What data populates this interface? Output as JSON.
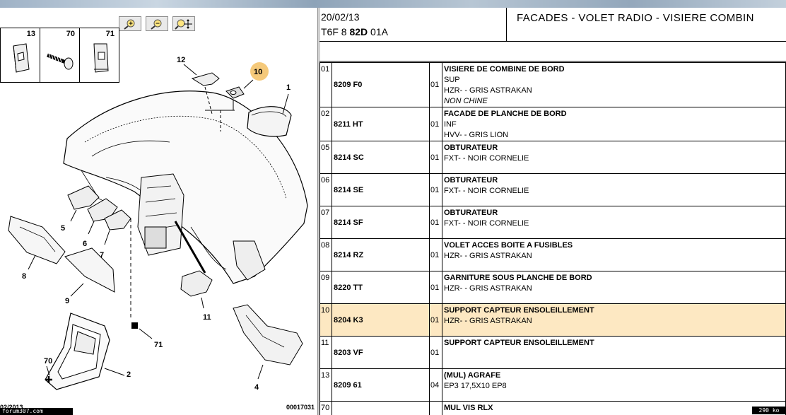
{
  "toolbar": {
    "zoom_in": "zoom-in-icon",
    "zoom_out": "zoom-out-icon",
    "zoom_area": "zoom-area-icon"
  },
  "thumbs": [
    {
      "num": "13"
    },
    {
      "num": "70"
    },
    {
      "num": "71"
    }
  ],
  "callouts": {
    "c1": "1",
    "c2": "2",
    "c4": "4",
    "c5": "5",
    "c6": "6",
    "c7": "7",
    "c8": "8",
    "c9": "9",
    "c10": "10",
    "c11": "11",
    "c12": "12",
    "c70": "70",
    "c71": "71"
  },
  "left_footer": {
    "date": "02/2013",
    "forum": "forum307.com",
    "ref": "00017031"
  },
  "header": {
    "date": "20/02/13",
    "code_prefix": "T6F 8 ",
    "code_bold": "82D",
    "code_suffix": " 01A",
    "title": "FACADES - VOLET RADIO - VISIERE COMBIN"
  },
  "parts": [
    {
      "num": "01",
      "ref": "8209 F0",
      "qty": "01",
      "title": "VISIERE DE COMBINE DE BORD",
      "lines": [
        "SUP",
        "HZR- - GRIS ASTRAKAN"
      ],
      "italic": "NON CHINE",
      "highlight": false
    },
    {
      "num": "02",
      "ref": "8211 HT",
      "qty": "01",
      "title": "FACADE DE PLANCHE DE BORD",
      "lines": [
        "INF",
        "HVV- - GRIS LION"
      ],
      "italic": "",
      "highlight": false
    },
    {
      "num": "05",
      "ref": "8214 SC",
      "qty": "01",
      "title": "OBTURATEUR",
      "lines": [
        "FXT- - NOIR CORNELIE"
      ],
      "italic": "",
      "highlight": false
    },
    {
      "num": "06",
      "ref": "8214 SE",
      "qty": "01",
      "title": "OBTURATEUR",
      "lines": [
        "FXT- - NOIR CORNELIE"
      ],
      "italic": "",
      "highlight": false
    },
    {
      "num": "07",
      "ref": "8214 SF",
      "qty": "01",
      "title": "OBTURATEUR",
      "lines": [
        "FXT- - NOIR CORNELIE"
      ],
      "italic": "",
      "highlight": false
    },
    {
      "num": "08",
      "ref": "8214 RZ",
      "qty": "01",
      "title": "VOLET ACCES BOITE A FUSIBLES",
      "lines": [
        "HZR- - GRIS ASTRAKAN"
      ],
      "italic": "",
      "highlight": false
    },
    {
      "num": "09",
      "ref": "8220 TT",
      "qty": "01",
      "title": "GARNITURE SOUS PLANCHE DE BORD",
      "lines": [
        "HZR- - GRIS ASTRAKAN"
      ],
      "italic": "",
      "highlight": false
    },
    {
      "num": "10",
      "ref": "8204 K3",
      "qty": "01",
      "title": "SUPPORT CAPTEUR ENSOLEILLEMENT",
      "lines": [
        "HZR- - GRIS ASTRAKAN"
      ],
      "italic": "",
      "highlight": true
    },
    {
      "num": "11",
      "ref": "8203 VF",
      "qty": "01",
      "title": "SUPPORT CAPTEUR ENSOLEILLEMENT",
      "lines": [],
      "italic": "",
      "highlight": false
    },
    {
      "num": "13",
      "ref": "8209 61",
      "qty": "04",
      "title": "(MUL) AGRAFE",
      "lines": [
        "EP3 17,5X10 EP8"
      ],
      "italic": "",
      "highlight": false
    },
    {
      "num": "70",
      "ref": "",
      "qty": "",
      "title": "MUL VIS RLX",
      "lines": [],
      "italic": "",
      "highlight": false
    }
  ],
  "size_tag": "290 ko",
  "colors": {
    "highlight_row": "#fde8c2",
    "callout_circle": "#f5c97a"
  }
}
